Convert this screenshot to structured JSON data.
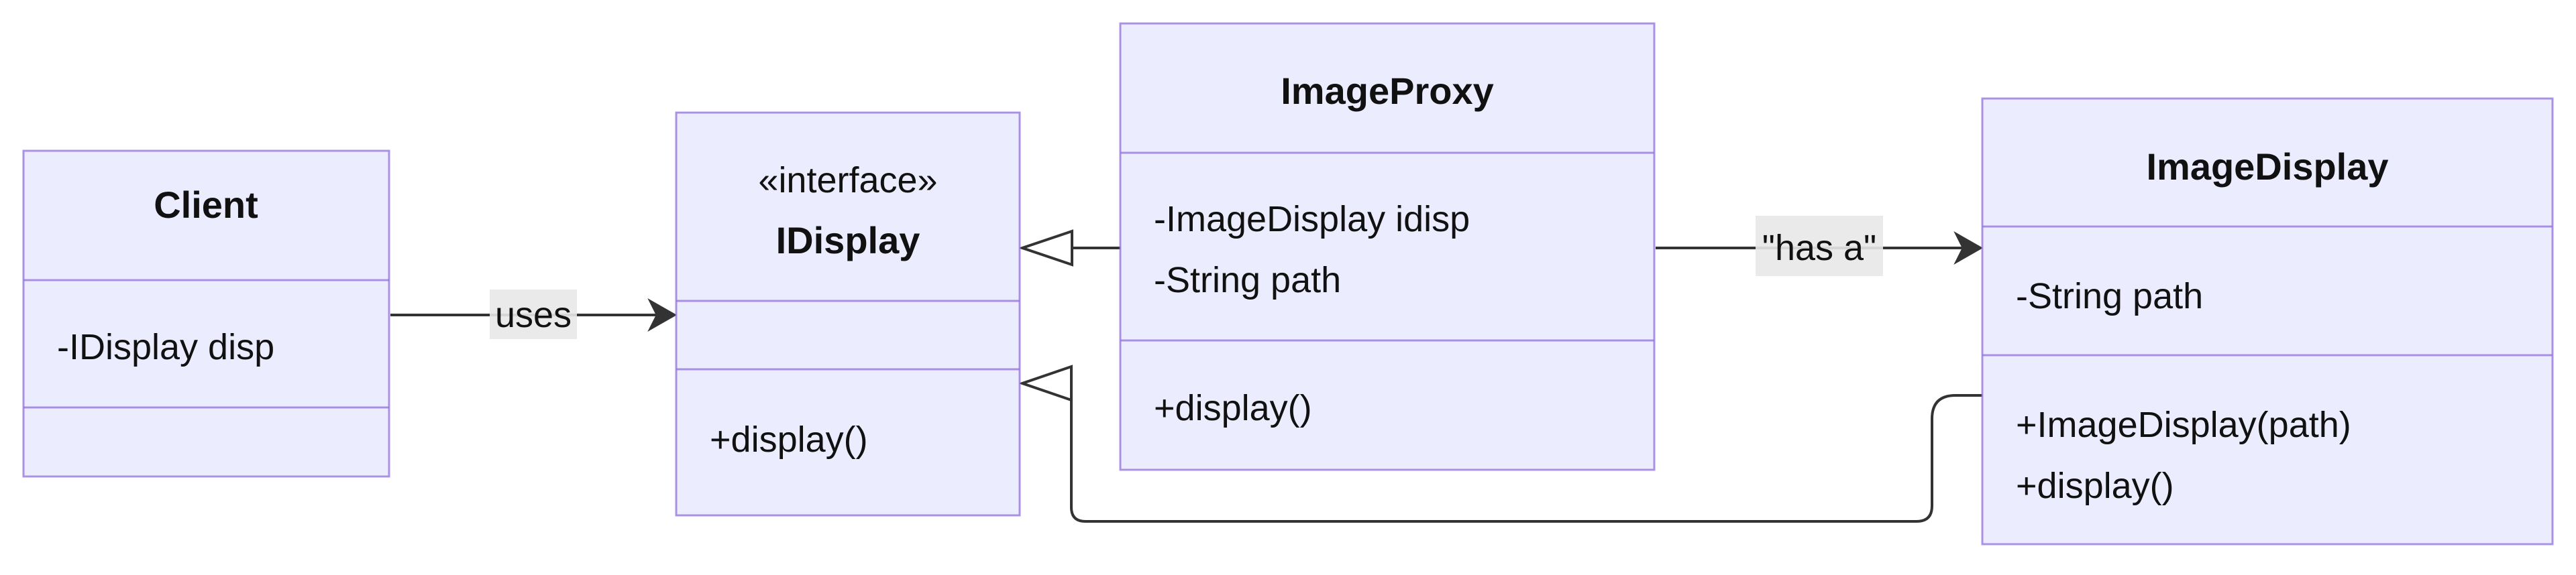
{
  "classes": {
    "client": {
      "name": "Client",
      "attributes": [
        "-IDisplay disp"
      ],
      "methods": []
    },
    "idisplay": {
      "stereotype": "«interface»",
      "name": "IDisplay",
      "attributes": [],
      "methods": [
        "+display()"
      ]
    },
    "image_proxy": {
      "name": "ImageProxy",
      "attributes": [
        "-ImageDisplay idisp",
        "-String path"
      ],
      "methods": [
        "+display()"
      ]
    },
    "image_display": {
      "name": "ImageDisplay",
      "attributes": [
        "-String path"
      ],
      "methods": [
        "+ImageDisplay(path)",
        "+display()"
      ]
    }
  },
  "relations": {
    "client_uses_idisplay": {
      "from": "Client",
      "to": "IDisplay",
      "kind": "association",
      "label": "uses"
    },
    "proxy_realizes_idisplay": {
      "from": "ImageProxy",
      "to": "IDisplay",
      "kind": "realization",
      "label": ""
    },
    "proxy_has_display": {
      "from": "ImageProxy",
      "to": "ImageDisplay",
      "kind": "association",
      "label": "\"has a\""
    },
    "display_realizes_idisplay": {
      "from": "ImageDisplay",
      "to": "IDisplay",
      "kind": "realization",
      "label": ""
    }
  },
  "colors": {
    "box_fill": "#ececff",
    "box_stroke": "#9370db",
    "edge": "#333333",
    "label_bg": "#e8e8e8",
    "text": "#111111"
  }
}
